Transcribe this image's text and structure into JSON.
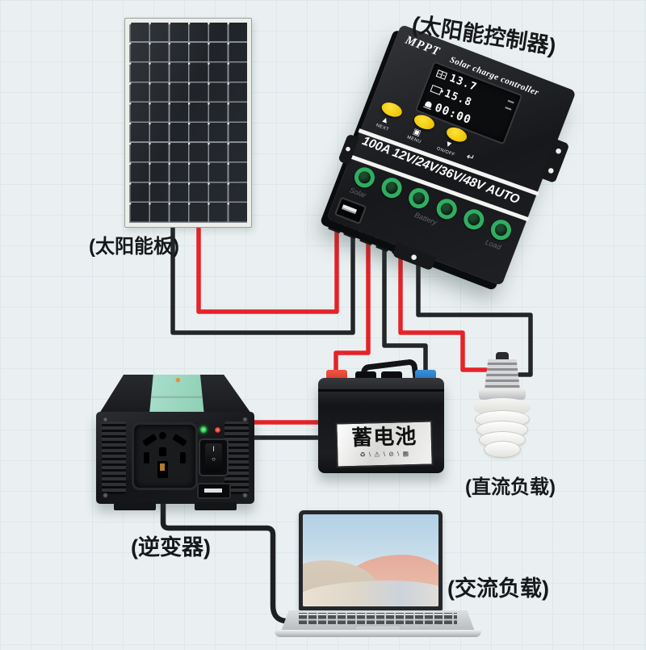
{
  "labels": {
    "controller": "(太阳能控制器)",
    "solar_panel": "(太阳能板)",
    "dc_load": "(直流负载)",
    "inverter": "(逆变器)",
    "ac_load": "(交流负载)"
  },
  "controller": {
    "brand": "MPPT",
    "product_name": "Solar charge controller",
    "rating": "100A 12V/24V/36V/48V AUTO",
    "display": {
      "pv_voltage": "13.7",
      "battery_voltage": "15.8",
      "timer": "00:00"
    },
    "buttons": [
      {
        "label": "NEXT"
      },
      {
        "label": "MENU"
      },
      {
        "label": "ON/OFF"
      }
    ],
    "terminals": [
      "Solar",
      "Battery",
      "Load"
    ]
  },
  "battery": {
    "name": "蓄电池",
    "marks": "♻ \\ ⚠ \\ ⊘ \\ ▦"
  },
  "inverter": {
    "switch_on": "I",
    "switch_off": "○"
  },
  "colors": {
    "wire_positive": "#e52329",
    "wire_negative": "#232528",
    "terminal_green": "#2fae62",
    "button_yellow": "#f2c900",
    "sticker_mint": "#9fd8c2",
    "background": "#eaf0f1"
  }
}
